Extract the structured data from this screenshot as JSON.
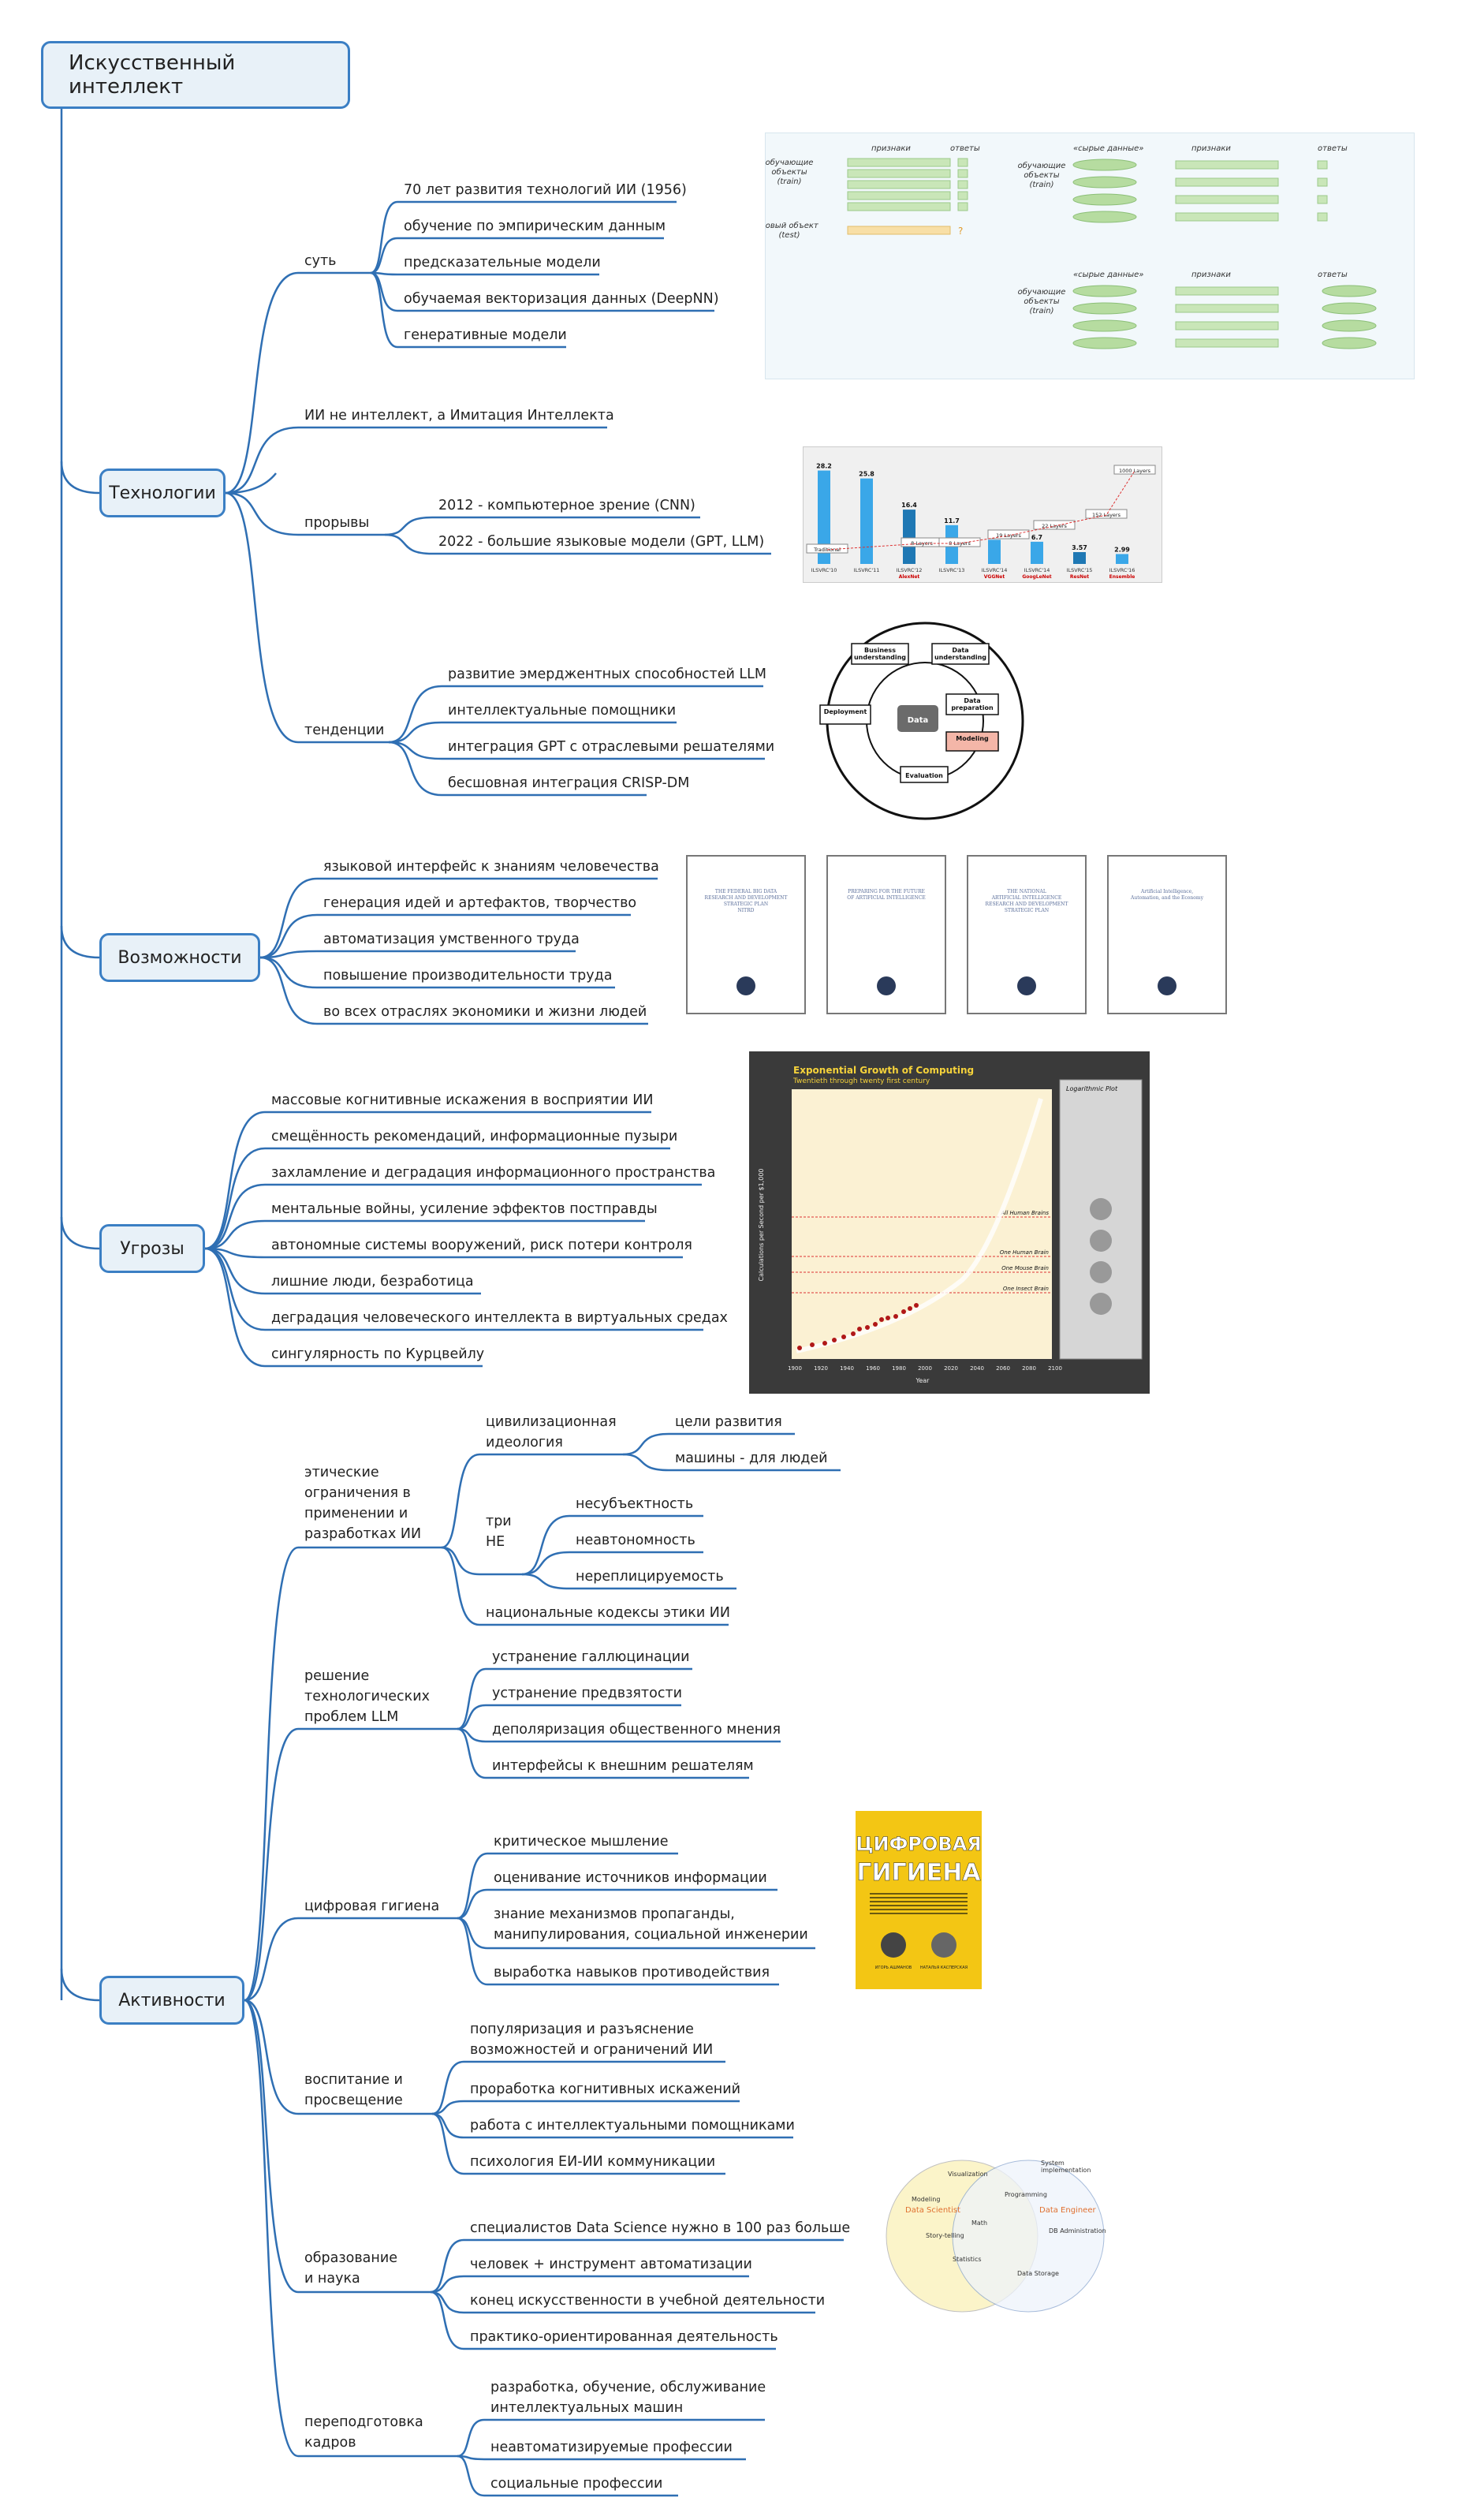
{
  "root": "Искусственный интеллект",
  "tech": {
    "title": "Технологии",
    "sut": "суть",
    "sut_items": [
      "70 лет развития технологий ИИ (1956)",
      "обучение по эмпирическим данным",
      "предсказательные модели",
      "обучаемая векторизация данных (DeepNN)",
      "генеративные модели"
    ],
    "ii": "ИИ не интеллект, а Имитация Интеллекта",
    "proryvy": "прорывы",
    "proryvy_items": [
      "2012 - компьютерное зрение (CNN)",
      "2022 - большие языковые модели (GPT, LLM)"
    ],
    "tendencii": "тенденции",
    "tendencii_items": [
      "развитие эмерджентных способностей LLM",
      "интеллектуальные помощники",
      "интеграция GPT с отраслевыми решателями",
      "бесшовная интеграция CRISP-DM"
    ]
  },
  "vozm": {
    "title": "Возможности",
    "items": [
      "языковой интерфейс к знаниям человечества",
      "генерация идей и артефактов, творчество",
      "автоматизация умственного труда",
      "повышение производительности труда",
      "во всех отраслях экономики и жизни людей"
    ]
  },
  "ugroz": {
    "title": "Угрозы",
    "items": [
      "массовые когнитивные искажения в восприятии ИИ",
      "смещённость рекомендаций, информационные пузыри",
      "захламление и деградация информационного пространства",
      "ментальные войны, усиление эффектов постправды",
      "автономные системы вооружений, риск потери контроля",
      "лишние люди, безработица",
      "деградация человеческого интеллекта в виртуальных средах",
      "сингулярность по Курцвейлу"
    ]
  },
  "akt": {
    "title": "Активности",
    "eth": "этические\nограничения в\nприменении и\nразработках ИИ",
    "civ": "цивилизационная\nидеология",
    "civ_items": [
      "цели развития",
      "машины - для людей"
    ],
    "tri": "три\nНЕ",
    "tri_items": [
      "несубъектность",
      "неавтономность",
      "нереплицируемость"
    ],
    "codes": "национальные кодексы этики ИИ",
    "llm": "решение\nтехнологических\nпроблем LLM",
    "llm_items": [
      "устранение галлюцинации",
      "устранение предвзятости",
      "деполяризация общественного мнения",
      "интерфейсы к внешним решателям"
    ],
    "gig": "цифровая гигиена",
    "gig_items": [
      "критическое мышление",
      "оценивание источников информации",
      "знание механизмов пропаганды,\nманипулирования, социальной инженерии",
      "выработка навыков противодействия"
    ],
    "vos": "воспитание и\nпросвещение",
    "vos_items": [
      "популяризация и разъяснение\nвозможностей и ограничений ИИ",
      "проработка когнитивных искажений",
      "работа с интеллектуальными помощниками",
      "психология ЕИ-ИИ коммуникации"
    ],
    "obr": "образование\nи наука",
    "obr_items": [
      "специалистов Data Science нужно в 100 раз больше",
      "человек + инструмент автоматизации",
      "конец искусственности в учебной деятельности",
      "практико-ориентированная деятельность"
    ],
    "per": "переподготовка\nкадров",
    "per_items": [
      "разработка, обучение, обслуживание\nинтеллектуальных машин",
      "неавтоматизируемые профессии",
      "социальные профессии"
    ]
  },
  "images": {
    "ml": {
      "feat": "признаки",
      "ans": "ответы",
      "raw": "«сырые данные»",
      "train": "обучающие\nобъекты\n(train)",
      "test": "новый объект\n(test)"
    },
    "imagenet": {
      "chart_data": {
        "type": "bar",
        "categories": [
          "ILSVRC'10",
          "ILSVRC'11",
          "ILSVRC'12",
          "ILSVRC'13",
          "ILSVRC'14",
          "ILSVRC'14",
          "ILSVRC'15",
          "ILSVRC'16"
        ],
        "values": [
          28.2,
          25.8,
          16.4,
          11.7,
          7.3,
          6.7,
          3.57,
          2.99
        ],
        "sublabels": [
          "",
          "",
          "AlexNet",
          "",
          "VGGNet",
          "GoogLeNet",
          "ResNet",
          "Ensemble"
        ],
        "layers": [
          "Traditional",
          "8 Layers",
          "8 Layers",
          "19 Layers",
          "22 Layers",
          "152 Layers",
          "1000 Layers"
        ]
      }
    },
    "crisp": [
      "Business understanding",
      "Data understanding",
      "Data preparation",
      "Modeling",
      "Evaluation",
      "Deployment",
      "Data"
    ],
    "reports": [
      [
        "THE FEDERAL BIG DATA",
        "RESEARCH AND DEVELOPMENT",
        "STRATEGIC PLAN",
        "NITRD"
      ],
      [
        "PREPARING FOR THE FUTURE",
        "OF ARTIFICIAL INTELLIGENCE"
      ],
      [
        "THE NATIONAL",
        "ARTIFICIAL INTELLIGENCE",
        "RESEARCH AND DEVELOPMENT",
        "STRATEGIC PLAN"
      ],
      [
        "Artificial Intelligence,",
        "Automation, and the Economy"
      ]
    ],
    "exp": {
      "title": "Exponential Growth of Computing",
      "subtitle": "Twentieth through twenty first century",
      "log": "Logarithmic Plot",
      "ylabel": "Calculations per Second per $1,000",
      "xlabel": "Year",
      "xticks": [
        "1900",
        "1920",
        "1940",
        "1960",
        "1980",
        "2000",
        "2020",
        "2040",
        "2060",
        "2080",
        "2100"
      ],
      "levels": [
        "All Human Brains",
        "One Human Brain",
        "One Mouse Brain",
        "One Insect Brain"
      ]
    },
    "book": {
      "t1": "ЦИФРОВАЯ",
      "t2": "ГИГИЕНА",
      "a1": "ИГОРЬ АШМАНОВ",
      "a2": "НАТАЛЬЯ КАСПЕРСКАЯ"
    },
    "venn": {
      "items": [
        "Visualization",
        "Modeling",
        "Story-telling",
        "System implementation",
        "Programming",
        "Math",
        "Statistics",
        "DB Administration",
        "Data Storage"
      ],
      "ds": "Data Scientist",
      "de": "Data Engineer"
    }
  }
}
